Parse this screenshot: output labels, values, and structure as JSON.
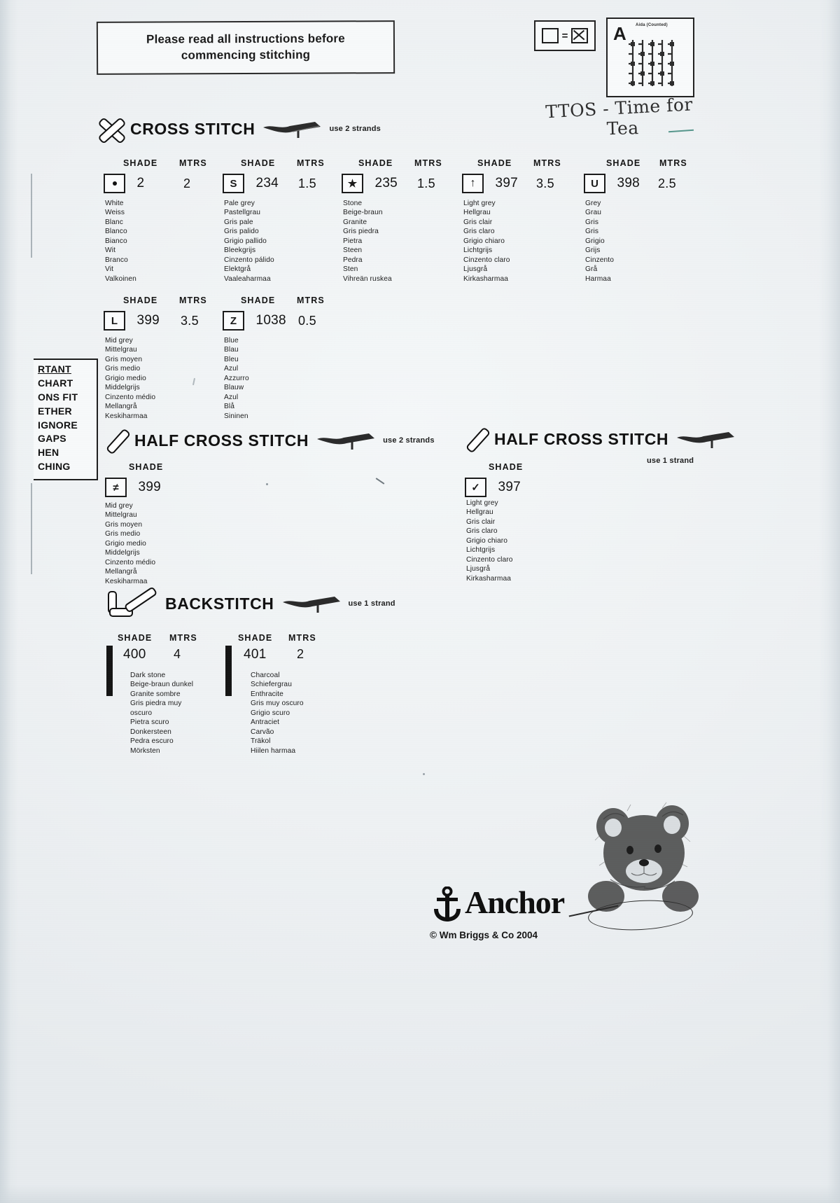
{
  "banner": {
    "line1_a": "Please read ",
    "line1_b": "all instructions ",
    "line1_c": "before",
    "line2": "commencing stitching"
  },
  "key_box": {
    "equals": "=",
    "square_icon": "empty-square-icon",
    "cross_icon": "cross-stitch-square-icon"
  },
  "fabric_box": {
    "letter": "A",
    "caption": "Aida  (Counted)",
    "weave_icon": "aida-fabric-weave-icon"
  },
  "handwriting": {
    "line1": "TTOS - Time for",
    "line2": "Tea"
  },
  "important_box": {
    "lines": [
      "RTANT",
      "CHART",
      "ONS FIT",
      "ETHER",
      "IGNORE",
      "GAPS",
      "HEN",
      "CHING"
    ]
  },
  "sections": [
    {
      "id": "cross-stitch",
      "title": "CROSS STITCH",
      "icon": "cross-stitch-icon",
      "strands": "use 2 strands",
      "shade_label": "SHADE",
      "mtrs_label": "MTRS",
      "rows": [
        [
          {
            "symbol": "dot",
            "symbol_name": "dot-symbol",
            "shade": "2",
            "mtrs": "2",
            "names": "White\nWeiss\nBlanc\nBlanco\nBianco\nWit\nBranco\nVit\nValkoinen"
          },
          {
            "symbol": "S",
            "symbol_name": "letter-s-symbol",
            "shade": "234",
            "mtrs": "1.5",
            "names": "Pale grey\nPastellgrau\nGris pale\nGris palido\nGrigio pallido\nBleekgrijs\nCinzento pálido\nElektgrå\nVaaleaharmaa"
          },
          {
            "symbol": "star",
            "symbol_name": "star-symbol",
            "shade": "235",
            "mtrs": "1.5",
            "names": "Stone\nBeige-braun\nGranite\nGris piedra\nPietra\nSteen\nPedra\nSten\nVihreän ruskea"
          },
          {
            "symbol": "arrow",
            "symbol_name": "up-arrow-symbol",
            "shade": "397",
            "mtrs": "3.5",
            "names": "Light grey\nHellgrau\nGris clair\nGris claro\nGrigio chiaro\nLichtgrijs\nCinzento claro\nLjusgrå\nKirkasharmaa"
          },
          {
            "symbol": "U",
            "symbol_name": "letter-u-symbol",
            "shade": "398",
            "mtrs": "2.5",
            "names": "Grey\nGrau\nGris\nGris\nGrigio\nGrijs\nCinzento\nGrå\nHarmaa"
          }
        ],
        [
          {
            "symbol": "L",
            "symbol_name": "letter-l-symbol",
            "shade": "399",
            "mtrs": "3.5",
            "names": "Mid grey\nMittelgrau\nGris moyen\nGris medio\nGrigio medio\nMiddelgrijs\nCinzento médio\nMellangrå\nKeskiharmaa"
          },
          {
            "symbol": "Z",
            "symbol_name": "letter-z-symbol",
            "shade": "1038",
            "mtrs": "0.5",
            "names": "Blue\nBlau\nBleu\nAzul\nAzzurro\nBlauw\nAzul\nBlå\nSininen"
          }
        ]
      ]
    },
    {
      "id": "half-cross-stitch-2",
      "title": "HALF CROSS STITCH",
      "icon": "half-cross-stitch-icon",
      "strands": "use 2 strands",
      "shade_label": "SHADE",
      "rows": [
        [
          {
            "symbol": "neq",
            "symbol_name": "diagonal-slash-symbol",
            "shade": "399",
            "names": "Mid grey\nMittelgrau\nGris moyen\nGris medio\nGrigio medio\nMiddelgrijs\nCinzento médio\nMellangrå\nKeskiharmaa"
          }
        ]
      ]
    },
    {
      "id": "half-cross-stitch-1",
      "title": "HALF CROSS STITCH",
      "icon": "half-cross-stitch-icon",
      "strands": "use 1 strand",
      "shade_label": "SHADE",
      "rows": [
        [
          {
            "symbol": "check",
            "symbol_name": "check-mark-symbol",
            "shade": "397",
            "names": "Light grey\nHellgrau\nGris clair\nGris claro\nGrigio chiaro\nLichtgrijs\nCinzento claro\nLjusgrå\nKirkasharmaa"
          }
        ]
      ]
    },
    {
      "id": "backstitch",
      "title": "BACKSTITCH",
      "icon": "backstitch-icon",
      "strands": "use 1 strand",
      "shade_label": "SHADE",
      "mtrs_label": "MTRS",
      "rows": [
        [
          {
            "symbol": "bar",
            "symbol_name": "solid-bar-symbol",
            "shade": "400",
            "mtrs": "4",
            "names": "Dark stone\nBeige-braun dunkel\nGranite sombre\nGris piedra muy\noscuro\nPietra scuro\nDonkersteen\nPedra escuro\nMörksten"
          },
          {
            "symbol": "bar",
            "symbol_name": "solid-bar-symbol",
            "shade": "401",
            "mtrs": "2",
            "names": "Charcoal\nSchiefergrau\nEnthracite\nGris muy oscuro\nGrigio scuro\nAntraciet\nCarvão\nTräkol\nHiilen harmaa"
          }
        ]
      ]
    }
  ],
  "footer": {
    "brand": "Anchor",
    "brand_icon": "anchor-logo-icon",
    "copyright": "© Wm Briggs & Co 2004",
    "bear_icon": "teddy-bear-illustration"
  }
}
